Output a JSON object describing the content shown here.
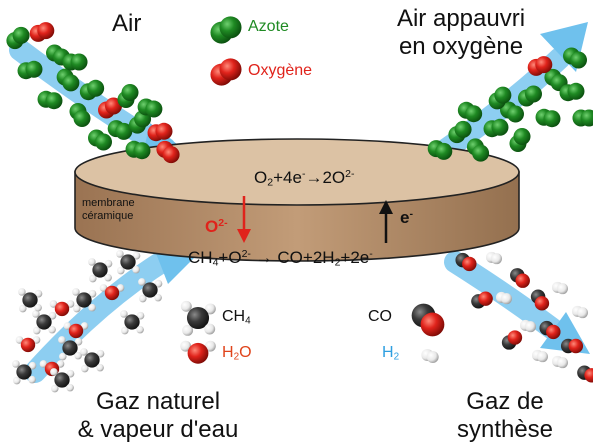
{
  "labels": {
    "air": "Air",
    "air_depleted_line1": "Air appauvri",
    "air_depleted_line2": "en oxygène",
    "natural_gas_line1": "Gaz naturel",
    "natural_gas_line2": "& vapeur d'eau",
    "syngas_line1": "Gaz de",
    "syngas_line2": "synthèse",
    "membrane_line1": "membrane",
    "membrane_line2": "céramique"
  },
  "legend": {
    "nitrogen": "Azote",
    "oxygen": "Oxygène",
    "methane": {
      "base": "CH",
      "sub": "4"
    },
    "water": {
      "base": "H",
      "sub": "2",
      "end": "O"
    },
    "carbon_monoxide": "CO",
    "hydrogen": {
      "base": "H",
      "sub": "2"
    }
  },
  "reactions": {
    "top": {
      "a": "O",
      "a_sub": "2",
      "b": "+4e",
      "b_sup": "-",
      "c": "→2O",
      "c_sup": "2-"
    },
    "bottom": {
      "a": "CH",
      "a_sub": "4",
      "b": "+O",
      "b_sup": "2-",
      "c": " → CO+2H",
      "c_sub": "2",
      "d": "+2e",
      "d_sup": "-"
    }
  },
  "flux": {
    "ion": {
      "base": "O",
      "sup": "2-"
    },
    "electron": {
      "base": "e",
      "sup": "-"
    }
  },
  "colors": {
    "nitrogen": "#1f8a23",
    "oxygen": "#e0231b",
    "arrow_blue": "#56b6ea",
    "disk_top": "#dcc2a4",
    "disk_side": "#b28a66",
    "carbon": "#3a3a3a",
    "hydrogen": "#e8e8e8",
    "water_text": "#e0441b",
    "hydrogen_text": "#2f9fe0",
    "nitrogen_text": "#1f8a23",
    "oxygen_text": "#e0231b"
  }
}
